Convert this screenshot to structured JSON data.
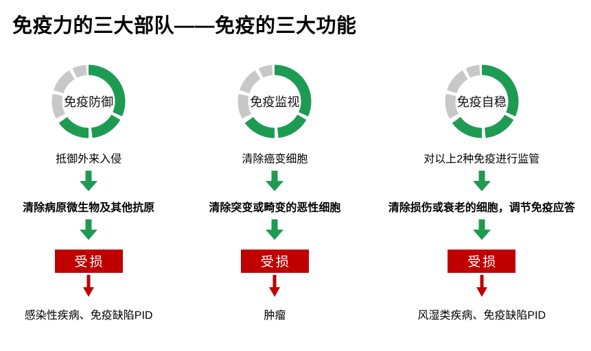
{
  "title": "免疫力的三大部队——免疫的三大功能",
  "colors": {
    "green": "#1E9B53",
    "gray": "#C8C8C8",
    "red": "#C00000"
  },
  "columns": [
    {
      "ring_label": "免疫防御",
      "line1": "抵御外来入侵",
      "line2": "清除病原微生物及其他抗原",
      "damage_label": "受损",
      "outcome": "感染性疾病、免疫缺陷PID"
    },
    {
      "ring_label": "免疫监视",
      "line1": "清除癌变细胞",
      "line2": "清除突变或畸变的恶性细胞",
      "damage_label": "受损",
      "outcome": "肿瘤"
    },
    {
      "ring_label": "免疫自稳",
      "line1": "对以上2种免疫进行监管",
      "line2": "清除损伤或衰老的细胞，调节免疫应答",
      "damage_label": "受损",
      "outcome": "风湿类疾病、免疫缺陷PID"
    }
  ]
}
